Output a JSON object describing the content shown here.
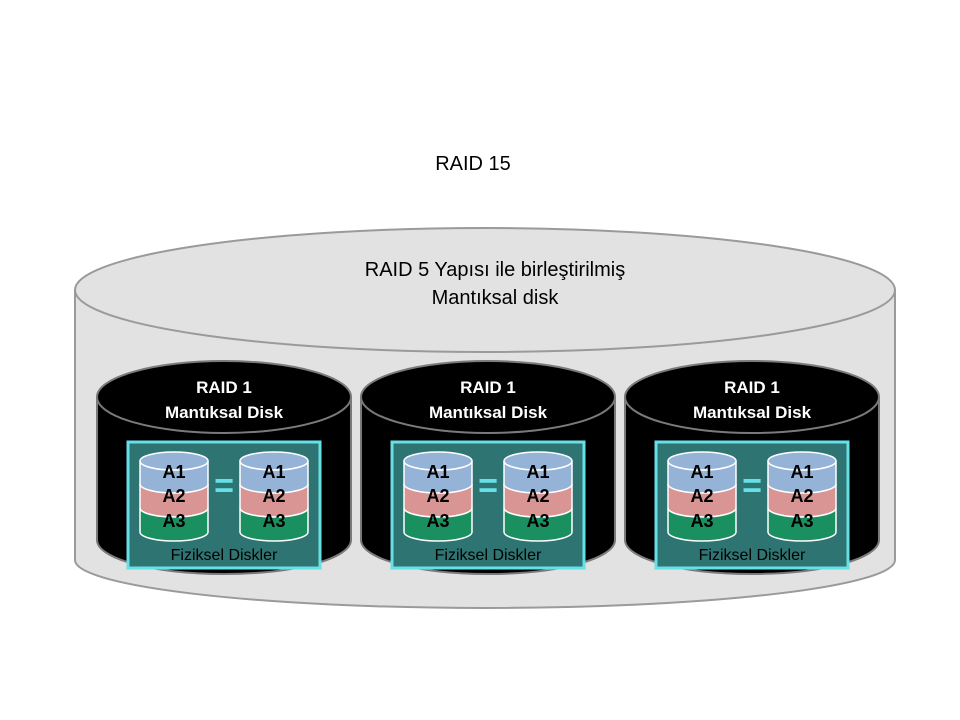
{
  "title": "RAID 15",
  "outer": {
    "label_line1": "RAID 5 Yapısı ile birleştirilmiş",
    "label_line2": "Mantıksal disk"
  },
  "groups": [
    {
      "title_line1": "RAID 1",
      "title_line2": "Mantıksal Disk",
      "physical_label": "Fiziksel Diskler",
      "equals": "=",
      "disks": [
        {
          "segments": [
            "A1",
            "A2",
            "A3"
          ]
        },
        {
          "segments": [
            "A1",
            "A2",
            "A3"
          ]
        }
      ]
    },
    {
      "title_line1": "RAID 1",
      "title_line2": "Mantıksal Disk",
      "physical_label": "Fiziksel Diskler",
      "equals": "=",
      "disks": [
        {
          "segments": [
            "A1",
            "A2",
            "A3"
          ]
        },
        {
          "segments": [
            "A1",
            "A2",
            "A3"
          ]
        }
      ]
    },
    {
      "title_line1": "RAID 1",
      "title_line2": "Mantıksal Disk",
      "physical_label": "Fiziksel Diskler",
      "equals": "=",
      "disks": [
        {
          "segments": [
            "A1",
            "A2",
            "A3"
          ]
        },
        {
          "segments": [
            "A1",
            "A2",
            "A3"
          ]
        }
      ]
    }
  ],
  "colors": {
    "outer_fill": "#e2e2e2",
    "outer_stroke": "#9a9a9a",
    "inner_fill": "#000000",
    "inner_stroke": "#7a7a7a",
    "physical_box_fill": "#2e7472",
    "physical_box_stroke": "#66e0e6",
    "seg1": "#95b3d7",
    "seg2": "#d99594",
    "seg3": "#1a9060",
    "equals": "#66e0e6"
  }
}
